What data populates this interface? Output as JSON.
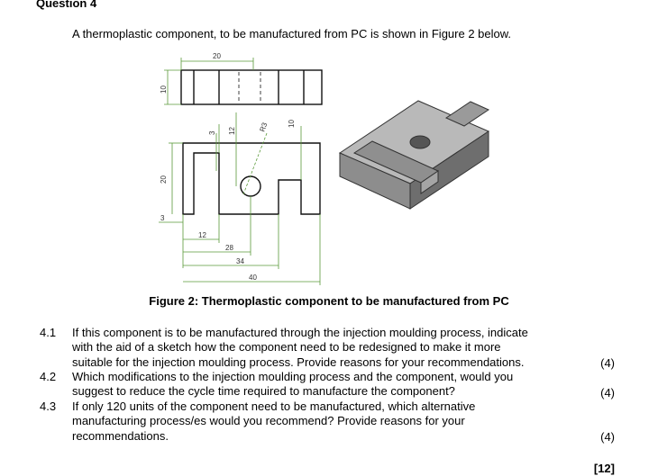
{
  "heading": "Question 4",
  "intro": "A thermoplastic component, to be manufactured from PC is shown in Figure 2 below.",
  "figure": {
    "caption": "Figure 2: Thermoplastic component to be manufactured from PC",
    "dimensions": {
      "top_width": "20",
      "top_height": "10",
      "d3": "3",
      "d12a": "12",
      "radius": "R3",
      "d10": "10",
      "height20": "20",
      "d3b": "3",
      "d12b": "12",
      "d28": "28",
      "d34": "34",
      "d40": "40"
    }
  },
  "questions": [
    {
      "number": "4.1",
      "lines": [
        "If this component is to be manufactured through the injection moulding process, indicate",
        "with the aid of a sketch how the component need to be redesigned to make it more",
        "suitable for the injection moulding process. Provide reasons for your recommendations."
      ],
      "marks": "(4)"
    },
    {
      "number": "4.2",
      "lines": [
        "Which modifications to the injection moulding process and the component, would you",
        "suggest to reduce the cycle time required to manufacture the component?"
      ],
      "marks": "(4)"
    },
    {
      "number": "4.3",
      "lines": [
        "If only 120 units of the component need to be manufactured, which alternative",
        "manufacturing process/es would you recommend? Provide reasons for your",
        "recommendations."
      ],
      "marks": "(4)"
    }
  ],
  "total": "[12]"
}
